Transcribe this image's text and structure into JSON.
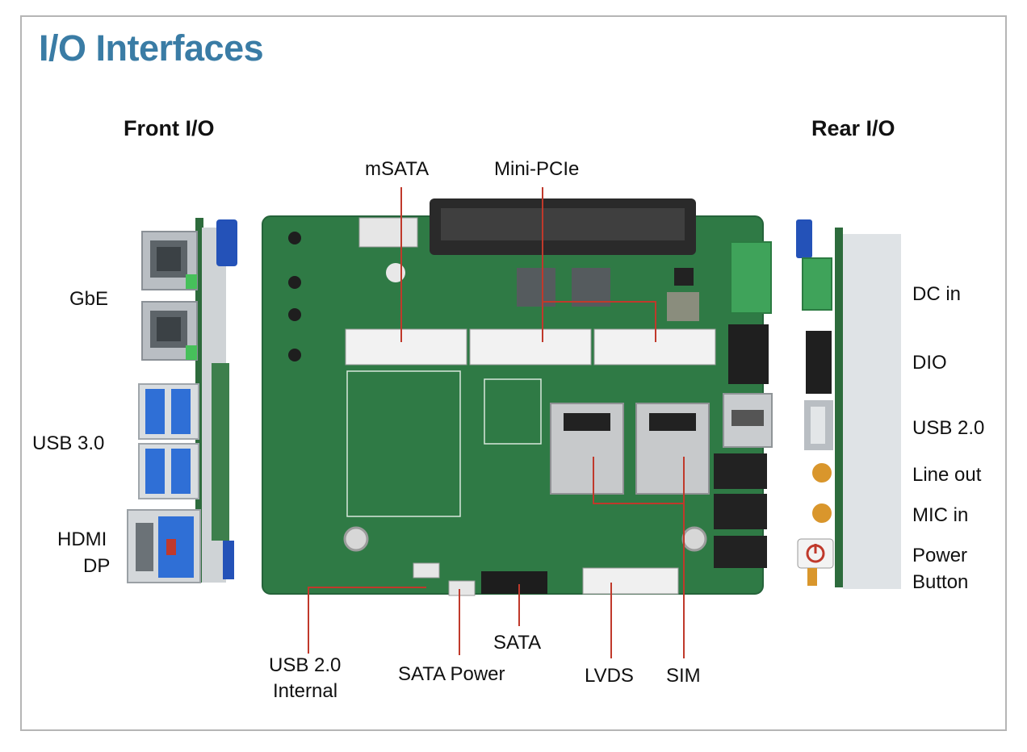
{
  "title": "I/O Interfaces",
  "headings": {
    "front": "Front I/O",
    "rear": "Rear I/O"
  },
  "front_labels": {
    "gbe": "GbE",
    "usb3": "USB 3.0",
    "hdmi": "HDMI",
    "dp": "DP"
  },
  "rear_labels": {
    "dc_in": "DC in",
    "dio": "DIO",
    "usb2": "USB 2.0",
    "line_out": "Line out",
    "mic_in": "MIC in",
    "power1": "Power",
    "power2": "Button"
  },
  "top_labels": {
    "msata": "mSATA",
    "minipcie": "Mini-PCIe"
  },
  "bottom_labels": {
    "usb2_int1": "USB 2.0",
    "usb2_int2": "Internal",
    "sata_power": "SATA Power",
    "sata": "SATA",
    "lvds": "LVDS",
    "sim": "SIM"
  },
  "colors": {
    "title": "#3a7ca5",
    "board": "#2f7a45",
    "callout": "#c0392b",
    "usb_blue": "#2f6fd6",
    "terminal_green": "#3fa35a"
  }
}
